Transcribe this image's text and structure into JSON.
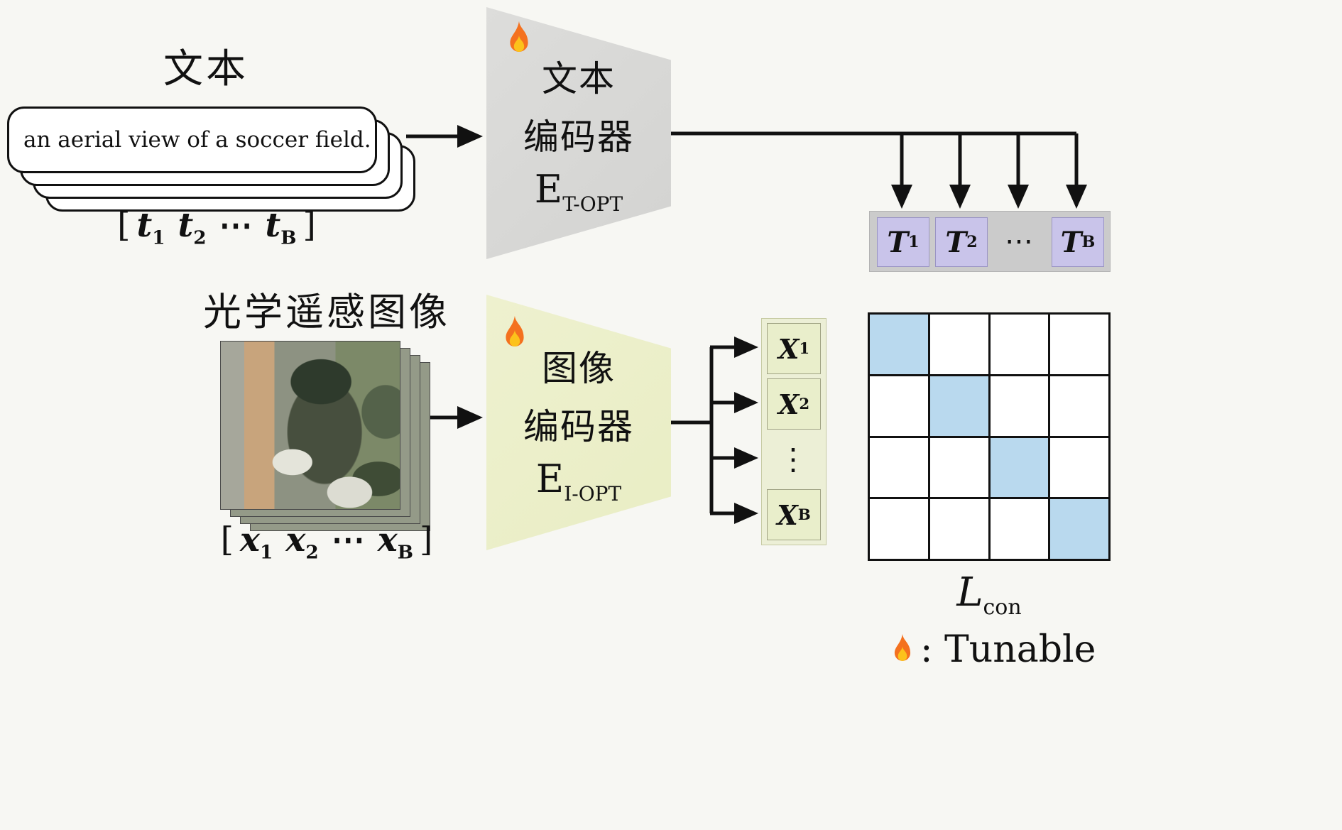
{
  "colors": {
    "background": "#f7f7f3",
    "text_encoder_fill": "#d3d3d1",
    "image_encoder_fill": "#e9edc4",
    "text_embed_cell": "#c9c4ea",
    "image_embed_cell": "#e9eecb",
    "match_cell": "#b9d9ee",
    "arrow": "#111111"
  },
  "text_branch": {
    "label": "文本",
    "card_text": "an aerial view of a soccer field.",
    "batch": {
      "open": "[",
      "close": "]",
      "tokens": [
        {
          "base": "t",
          "sub": "1"
        },
        {
          "base": "t",
          "sub": "2"
        },
        {
          "base": "⋯",
          "sub": ""
        },
        {
          "base": "t",
          "sub": "B"
        }
      ]
    }
  },
  "text_encoder": {
    "line1": "文本",
    "line2": "编码器",
    "symbol": "E",
    "subscript": "T-OPT"
  },
  "text_embeddings": [
    {
      "base": "T",
      "sub": "1"
    },
    {
      "base": "T",
      "sub": "2"
    },
    {
      "base": "⋯",
      "sub": ""
    },
    {
      "base": "T",
      "sub": "B"
    }
  ],
  "image_branch": {
    "label": "光学遥感图像",
    "batch": {
      "open": "[",
      "close": "]",
      "tokens": [
        {
          "base": "x",
          "sub": "1"
        },
        {
          "base": "x",
          "sub": "2"
        },
        {
          "base": "⋯",
          "sub": ""
        },
        {
          "base": "x",
          "sub": "B"
        }
      ]
    }
  },
  "image_encoder": {
    "line1": "图像",
    "line2": "编码器",
    "symbol": "E",
    "subscript": "I-OPT"
  },
  "image_embeddings": [
    {
      "base": "X",
      "sub": "1"
    },
    {
      "base": "X",
      "sub": "2"
    },
    {
      "base": "⋮",
      "sub": ""
    },
    {
      "base": "X",
      "sub": "B"
    }
  ],
  "similarity_matrix": {
    "rows": 4,
    "cols": 4,
    "diagonal_highlighted": true,
    "label_base": "L",
    "label_sub": "con"
  },
  "legend": {
    "icon": "flame",
    "text": ": Tunable"
  }
}
